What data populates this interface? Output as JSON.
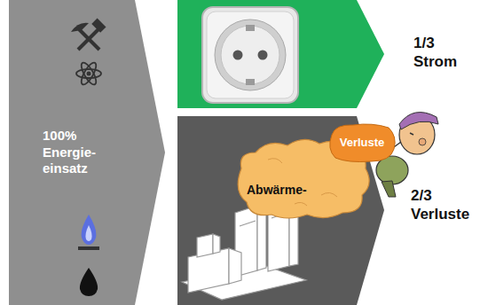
{
  "diagram": {
    "nodes": [
      {
        "text": [
          "100% Energie- einsatz"
        ]
      },
      {
        "text": [
          "Verluste"
        ]
      },
      {
        "text": [
          "Abwärme-"
        ]
      }
    ],
    "labels": [
      "1/3 Strom",
      "2/3 Verluste"
    ]
  }
}
